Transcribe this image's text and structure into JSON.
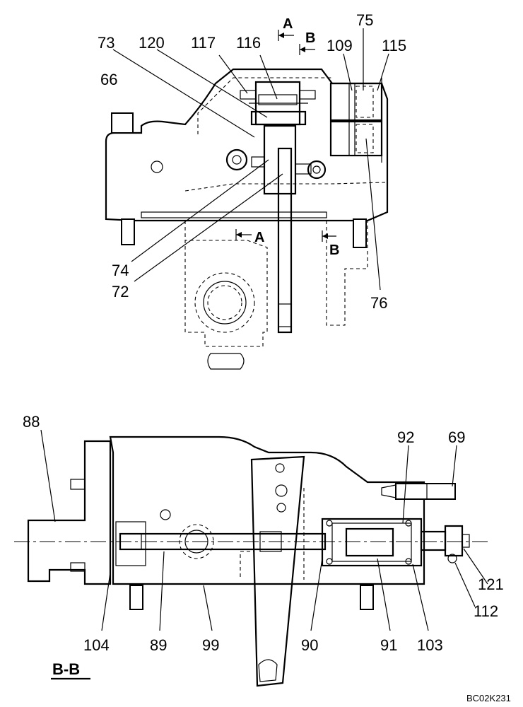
{
  "top_view": {
    "section_markers": {
      "a_top": "A",
      "b_top": "B",
      "a_bottom": "A",
      "b_bottom": "B"
    },
    "callouts": {
      "c73": "73",
      "c120": "120",
      "c117": "117",
      "c116": "116",
      "c109": "109",
      "c75": "75",
      "c115": "115",
      "c66": "66",
      "c74": "74",
      "c72": "72",
      "c76": "76"
    }
  },
  "section_bb": {
    "title": "B-B",
    "callouts": {
      "c88": "88",
      "c92": "92",
      "c69": "69",
      "c121": "121",
      "c112": "112",
      "c104": "104",
      "c89": "89",
      "c99": "99",
      "c90": "90",
      "c91": "91",
      "c103": "103"
    }
  },
  "drawing_code": "BC02K231"
}
